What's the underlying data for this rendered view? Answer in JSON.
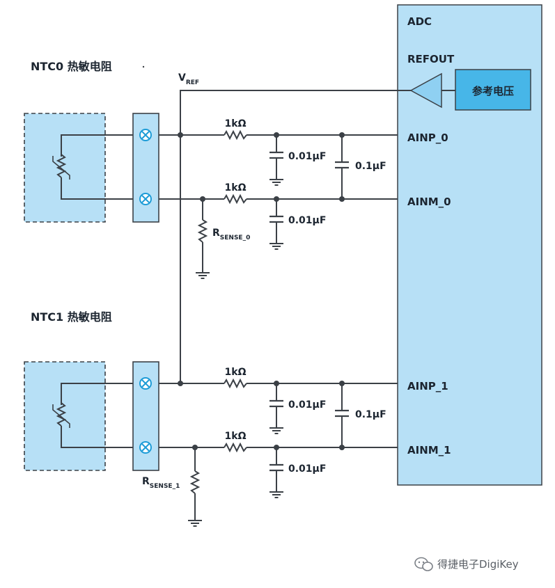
{
  "adc": {
    "title": "ADC",
    "refout": "REFOUT",
    "pins": [
      "AINP_0",
      "AINM_0",
      "AINP_1",
      "AINM_1"
    ]
  },
  "reference": {
    "label": "参考电压"
  },
  "vref": {
    "main": "V",
    "sub": "REF"
  },
  "ntc0": {
    "title": "NTC0 热敏电阻"
  },
  "ntc1": {
    "title": "NTC1 热敏电阻"
  },
  "components": {
    "resistor": "1kΩ",
    "cap_small": "0.01µF",
    "cap_large": "0.1µF",
    "rsense0": {
      "main": "R",
      "sub": "SENSE_0"
    },
    "rsense1": {
      "main": "R",
      "sub": "SENSE_1"
    }
  },
  "watermark": "得捷电子DigiKey",
  "colors": {
    "adc_fill": "#b7e0f6",
    "accent": "#1e9cd7",
    "wire": "#3b4046"
  }
}
